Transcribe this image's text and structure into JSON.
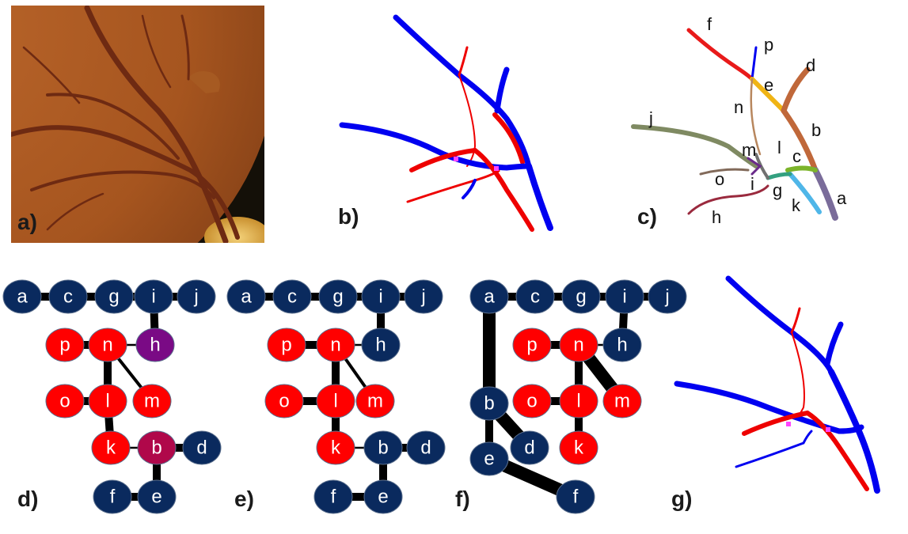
{
  "panel_labels": {
    "a": "a)",
    "b": "b)",
    "c": "c)",
    "d": "d)",
    "e": "e)",
    "f": "f)",
    "g": "g)"
  },
  "colors": {
    "vein": "#0000f0",
    "artery": "#ee0000",
    "node_vein": "#0a2a5e",
    "node_artery": "#ff0000",
    "node_mixed_h": "#7a0a85",
    "node_mixed_b": "#b0084a"
  },
  "segment_labels": {
    "a": "a",
    "b": "b",
    "c": "c",
    "d": "d",
    "e": "e",
    "f": "f",
    "g": "g",
    "h": "h",
    "i": "i",
    "j": "j",
    "k": "k",
    "l": "l",
    "m": "m",
    "n": "n",
    "o": "o",
    "p": "p"
  },
  "graph_d": {
    "nodes": [
      {
        "id": "a",
        "label": "a",
        "type": "vein"
      },
      {
        "id": "c",
        "label": "c",
        "type": "vein"
      },
      {
        "id": "g",
        "label": "g",
        "type": "vein"
      },
      {
        "id": "i",
        "label": "i",
        "type": "vein"
      },
      {
        "id": "j",
        "label": "j",
        "type": "vein"
      },
      {
        "id": "p",
        "label": "p",
        "type": "artery"
      },
      {
        "id": "n",
        "label": "n",
        "type": "artery"
      },
      {
        "id": "h",
        "label": "h",
        "type": "mixed_h"
      },
      {
        "id": "o",
        "label": "o",
        "type": "artery"
      },
      {
        "id": "l",
        "label": "l",
        "type": "artery"
      },
      {
        "id": "m",
        "label": "m",
        "type": "artery"
      },
      {
        "id": "k",
        "label": "k",
        "type": "artery"
      },
      {
        "id": "b",
        "label": "b",
        "type": "mixed_b"
      },
      {
        "id": "d",
        "label": "d",
        "type": "vein"
      },
      {
        "id": "f",
        "label": "f",
        "type": "vein"
      },
      {
        "id": "e",
        "label": "e",
        "type": "vein"
      }
    ],
    "edges": [
      {
        "from": "a",
        "to": "c",
        "weight": "thick"
      },
      {
        "from": "c",
        "to": "g",
        "weight": "thick"
      },
      {
        "from": "g",
        "to": "i",
        "weight": "thick"
      },
      {
        "from": "i",
        "to": "j",
        "weight": "thick"
      },
      {
        "from": "i",
        "to": "h",
        "weight": "thick"
      },
      {
        "from": "p",
        "to": "n",
        "weight": "thick"
      },
      {
        "from": "n",
        "to": "h",
        "weight": "thin"
      },
      {
        "from": "n",
        "to": "l",
        "weight": "thick"
      },
      {
        "from": "n",
        "to": "m",
        "weight": "medium"
      },
      {
        "from": "o",
        "to": "l",
        "weight": "thick"
      },
      {
        "from": "l",
        "to": "k",
        "weight": "thick"
      },
      {
        "from": "k",
        "to": "b",
        "weight": "thin"
      },
      {
        "from": "b",
        "to": "d",
        "weight": "thick"
      },
      {
        "from": "b",
        "to": "e",
        "weight": "thick"
      },
      {
        "from": "f",
        "to": "e",
        "weight": "thick"
      }
    ]
  },
  "graph_e": {
    "nodes": [
      {
        "id": "a",
        "label": "a",
        "type": "vein"
      },
      {
        "id": "c",
        "label": "c",
        "type": "vein"
      },
      {
        "id": "g",
        "label": "g",
        "type": "vein"
      },
      {
        "id": "i",
        "label": "i",
        "type": "vein"
      },
      {
        "id": "j",
        "label": "j",
        "type": "vein"
      },
      {
        "id": "p",
        "label": "p",
        "type": "artery"
      },
      {
        "id": "n",
        "label": "n",
        "type": "artery"
      },
      {
        "id": "h",
        "label": "h",
        "type": "vein"
      },
      {
        "id": "o",
        "label": "o",
        "type": "artery"
      },
      {
        "id": "l",
        "label": "l",
        "type": "artery"
      },
      {
        "id": "m",
        "label": "m",
        "type": "artery"
      },
      {
        "id": "k",
        "label": "k",
        "type": "artery"
      },
      {
        "id": "b",
        "label": "b",
        "type": "vein"
      },
      {
        "id": "d",
        "label": "d",
        "type": "vein"
      },
      {
        "id": "f",
        "label": "f",
        "type": "vein"
      },
      {
        "id": "e",
        "label": "e",
        "type": "vein"
      }
    ],
    "edges": [
      {
        "from": "a",
        "to": "c",
        "weight": "thick"
      },
      {
        "from": "c",
        "to": "g",
        "weight": "thick"
      },
      {
        "from": "g",
        "to": "i",
        "weight": "thick"
      },
      {
        "from": "i",
        "to": "j",
        "weight": "thick"
      },
      {
        "from": "i",
        "to": "h",
        "weight": "thick"
      },
      {
        "from": "p",
        "to": "n",
        "weight": "thick"
      },
      {
        "from": "n",
        "to": "h",
        "weight": "thin"
      },
      {
        "from": "n",
        "to": "l",
        "weight": "thick"
      },
      {
        "from": "n",
        "to": "m",
        "weight": "medium"
      },
      {
        "from": "o",
        "to": "l",
        "weight": "thick"
      },
      {
        "from": "l",
        "to": "k",
        "weight": "thick"
      },
      {
        "from": "k",
        "to": "b",
        "weight": "thin"
      },
      {
        "from": "b",
        "to": "d",
        "weight": "thick"
      },
      {
        "from": "b",
        "to": "e",
        "weight": "thick"
      },
      {
        "from": "f",
        "to": "e",
        "weight": "thick"
      }
    ]
  },
  "graph_f": {
    "nodes": [
      {
        "id": "a",
        "label": "a",
        "type": "vein"
      },
      {
        "id": "c",
        "label": "c",
        "type": "vein"
      },
      {
        "id": "g",
        "label": "g",
        "type": "vein"
      },
      {
        "id": "i",
        "label": "i",
        "type": "vein"
      },
      {
        "id": "j",
        "label": "j",
        "type": "vein"
      },
      {
        "id": "p",
        "label": "p",
        "type": "artery"
      },
      {
        "id": "n",
        "label": "n",
        "type": "artery"
      },
      {
        "id": "h",
        "label": "h",
        "type": "vein"
      },
      {
        "id": "b",
        "label": "b",
        "type": "vein"
      },
      {
        "id": "o",
        "label": "o",
        "type": "artery"
      },
      {
        "id": "l",
        "label": "l",
        "type": "artery"
      },
      {
        "id": "m",
        "label": "m",
        "type": "artery"
      },
      {
        "id": "d",
        "label": "d",
        "type": "vein"
      },
      {
        "id": "k",
        "label": "k",
        "type": "artery"
      },
      {
        "id": "e",
        "label": "e",
        "type": "vein"
      },
      {
        "id": "f",
        "label": "f",
        "type": "vein"
      }
    ],
    "edges": [
      {
        "from": "a",
        "to": "c",
        "weight": "thick"
      },
      {
        "from": "c",
        "to": "g",
        "weight": "thick"
      },
      {
        "from": "g",
        "to": "i",
        "weight": "thick"
      },
      {
        "from": "i",
        "to": "j",
        "weight": "thick"
      },
      {
        "from": "i",
        "to": "h",
        "weight": "thick"
      },
      {
        "from": "p",
        "to": "n",
        "weight": "thick"
      },
      {
        "from": "n",
        "to": "h",
        "weight": "thin"
      },
      {
        "from": "n",
        "to": "l",
        "weight": "thick"
      },
      {
        "from": "n",
        "to": "m",
        "weight": "heavy"
      },
      {
        "from": "o",
        "to": "l",
        "weight": "thick"
      },
      {
        "from": "l",
        "to": "k",
        "weight": "thick"
      },
      {
        "from": "a",
        "to": "b",
        "weight": "heavy"
      },
      {
        "from": "b",
        "to": "d",
        "weight": "heavy"
      },
      {
        "from": "b",
        "to": "e",
        "weight": "thick"
      },
      {
        "from": "e",
        "to": "f",
        "weight": "heavy"
      }
    ]
  }
}
